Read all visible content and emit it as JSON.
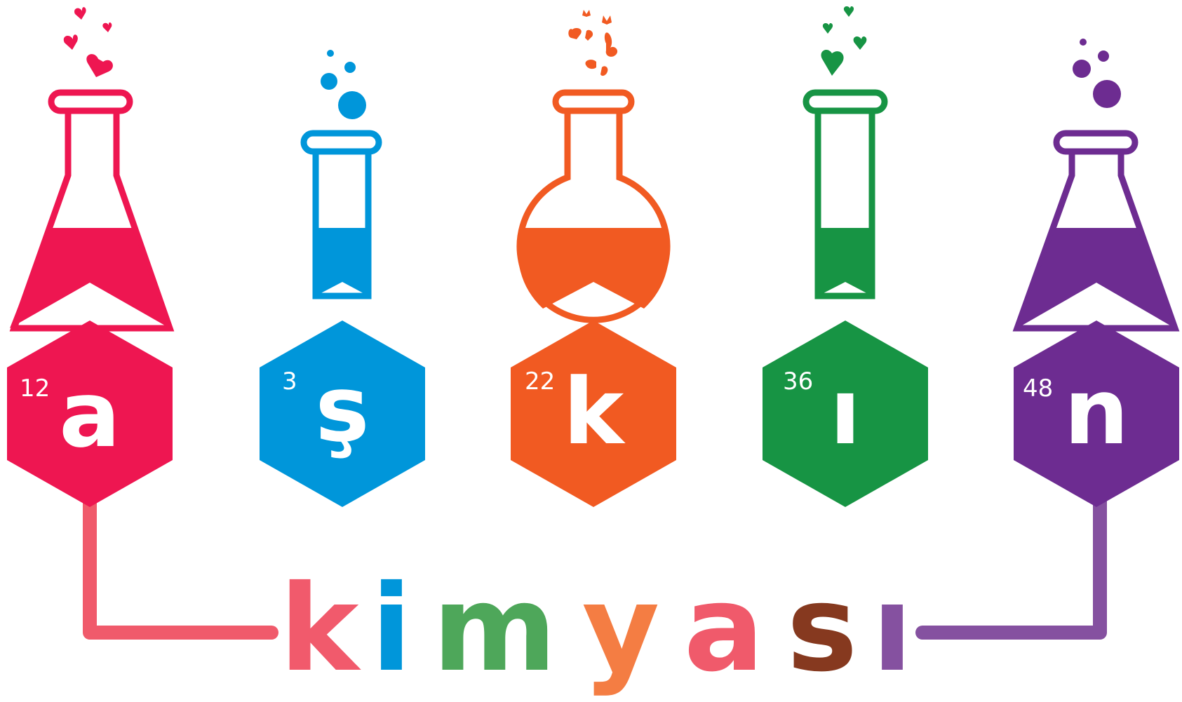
{
  "colors": {
    "pink": "#ee1651",
    "blue": "#0096da",
    "orange": "#f15a22",
    "green": "#179444",
    "purple": "#6d2c91",
    "line_pink": "#f05a6b",
    "line_purple": "#8551a0",
    "k_pink": "#f15a6c",
    "i_blue": "#0096da",
    "m_green": "#4ea75a",
    "y_orange": "#f47d43",
    "a_pink": "#f05a6b",
    "s_brown": "#86391f",
    "i_purple": "#8551a0"
  },
  "elements": [
    {
      "number": "12",
      "letter": "a",
      "color": "#ee1651",
      "vessel": "erlenmeyer",
      "topping": "hearts"
    },
    {
      "number": "3",
      "letter": "ş",
      "color": "#0096da",
      "vessel": "test-tube",
      "topping": "bubbles"
    },
    {
      "number": "22",
      "letter": "k",
      "color": "#f15a22",
      "vessel": "round-flask",
      "topping": "butterflies"
    },
    {
      "number": "36",
      "letter": "ı",
      "color": "#179444",
      "vessel": "test-tube",
      "topping": "hearts"
    },
    {
      "number": "48",
      "letter": "n",
      "color": "#6d2c91",
      "vessel": "erlenmeyer",
      "topping": "bubbles"
    }
  ],
  "word": {
    "letters": [
      {
        "char": "k",
        "color": "#f15a6c"
      },
      {
        "char": "i",
        "color": "#0096da"
      },
      {
        "char": "m",
        "color": "#4ea75a"
      },
      {
        "char": "y",
        "color": "#f47d43"
      },
      {
        "char": "a",
        "color": "#f05a6b"
      },
      {
        "char": "s",
        "color": "#86391f"
      },
      {
        "char": "ı",
        "color": "#8551a0"
      }
    ]
  }
}
